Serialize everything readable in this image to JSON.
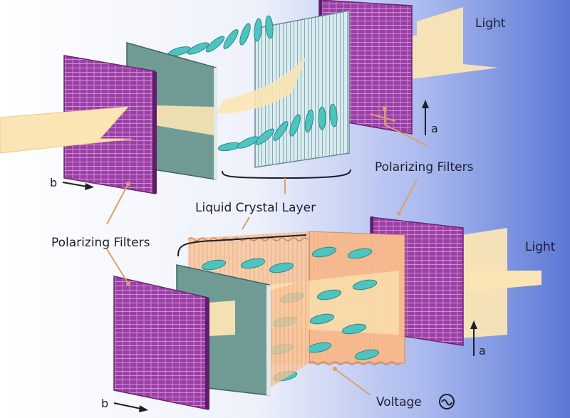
{
  "labels": {
    "light_top": "Light",
    "light_bottom": "Light",
    "polarizing_filters_right": "Polarizing Filters",
    "polarizing_filters_left": "Polarizing Filters",
    "liquid_crystal_layer": "Liquid Crystal Layer",
    "voltage": "Voltage",
    "axis_a_top": "a",
    "axis_a_bottom": "a",
    "axis_b_top": "b",
    "axis_b_bottom": "b"
  },
  "icons": {
    "voltage_symbol": "ac-source-icon"
  },
  "colors": {
    "background_left": "#ffffff",
    "background_right": "#5b78d6",
    "polarizer": "#9b3fa6",
    "polarizer_line": "#cf8fd4",
    "glass_plate": "#6f9b94",
    "crystal_rod": "#4ec3bf",
    "light_beam": "#fbe5b4",
    "liquid_crystal_fill": "#f9c59a",
    "leader_line": "#d9a26a"
  }
}
